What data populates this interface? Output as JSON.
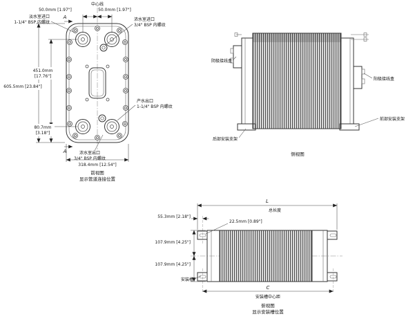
{
  "front_view": {
    "section_mark_top": "A",
    "section_mark_bottom": "A",
    "centerline_label": "中心线",
    "dim_left_offset": "50.0mm [1.97\"]",
    "dim_right_offset": "50.0mm [1.97\"]",
    "fresh_inlet_line1": "淡水室进口",
    "fresh_inlet_line2": "1-1/4\" BSP 内螺纹",
    "conc_inlet_line1": "浓水室进口",
    "conc_inlet_line2": "3/4\" BSP 内螺纹",
    "dim_port_span_mm": "451.0mm",
    "dim_port_span_in": "[17.76\"]",
    "dim_total_height": "605.5mm [23.84\"]",
    "product_outlet_line1": "产水出口",
    "product_outlet_line2": "1-1/4\" BSP 内螺纹",
    "dim_bottom_offset_mm": "80.7mm",
    "dim_bottom_offset_in": "[3.18\"]",
    "conc_outlet_line1": "浓水室出口",
    "conc_outlet_line2": "3/4\" BSP 内螺纹",
    "dim_width": "318.4mm [12.54\"]",
    "caption_line1": "前视图",
    "caption_line2": "显示管道连接位置"
  },
  "side_view": {
    "cathode_box_label": "阴极接线盒",
    "anode_box_label": "阳极接线盒",
    "front_bracket_label": "前部安装支架",
    "rear_bracket_label": "后部安装支架",
    "caption": "侧视图"
  },
  "top_view": {
    "dim_total_length_symbol": "L",
    "dim_total_length_label": "总长度",
    "dim_end_to_slot": "55.3mm [2.18\"]",
    "dim_slot_width": "22.5mm [0.89\"]",
    "dim_half_width_top": "107.9mm [4.25\"]",
    "dim_half_width_bottom": "107.9mm [4.25\"]",
    "slot_label": "安装槽",
    "dim_slot_centers_symbol": "C",
    "dim_slot_centers_label": "安装槽中心距",
    "caption_line1": "俯视图",
    "caption_line2": "显示安装槽位置"
  }
}
